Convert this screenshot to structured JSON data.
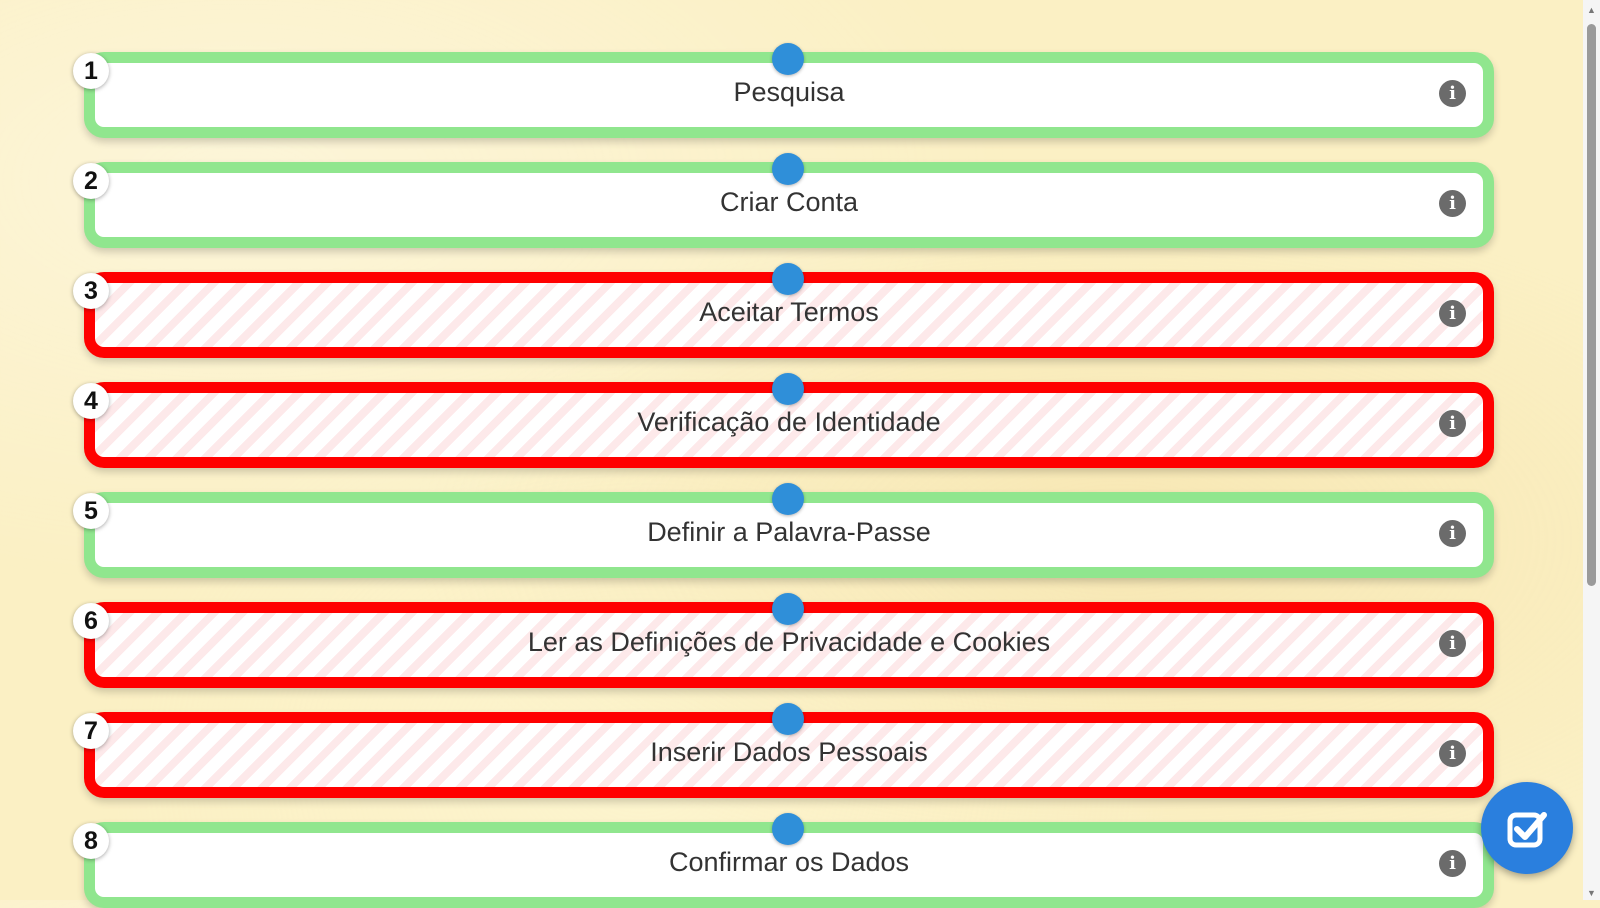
{
  "steps": [
    {
      "number": "1",
      "label": "Pesquisa",
      "status": "ok"
    },
    {
      "number": "2",
      "label": "Criar Conta",
      "status": "ok"
    },
    {
      "number": "3",
      "label": "Aceitar Termos",
      "status": "fail"
    },
    {
      "number": "4",
      "label": "Verificação de Identidade",
      "status": "fail"
    },
    {
      "number": "5",
      "label": "Definir a Palavra-Passe",
      "status": "ok"
    },
    {
      "number": "6",
      "label": "Ler as Definições de Privacidade e Cookies",
      "status": "fail"
    },
    {
      "number": "7",
      "label": "Inserir Dados Pessoais",
      "status": "fail"
    },
    {
      "number": "8",
      "label": "Confirmar os Dados",
      "status": "ok"
    }
  ],
  "info_glyph": "i",
  "icons": {
    "info": "info-icon",
    "submit": "check-square-icon",
    "drag": "drag-handle"
  },
  "colors": {
    "ok_border": "#90e68e",
    "fail_border": "#ff0000",
    "handle": "#2f8fd9",
    "fab": "#2a7fde",
    "background": "#fbf0c4"
  }
}
